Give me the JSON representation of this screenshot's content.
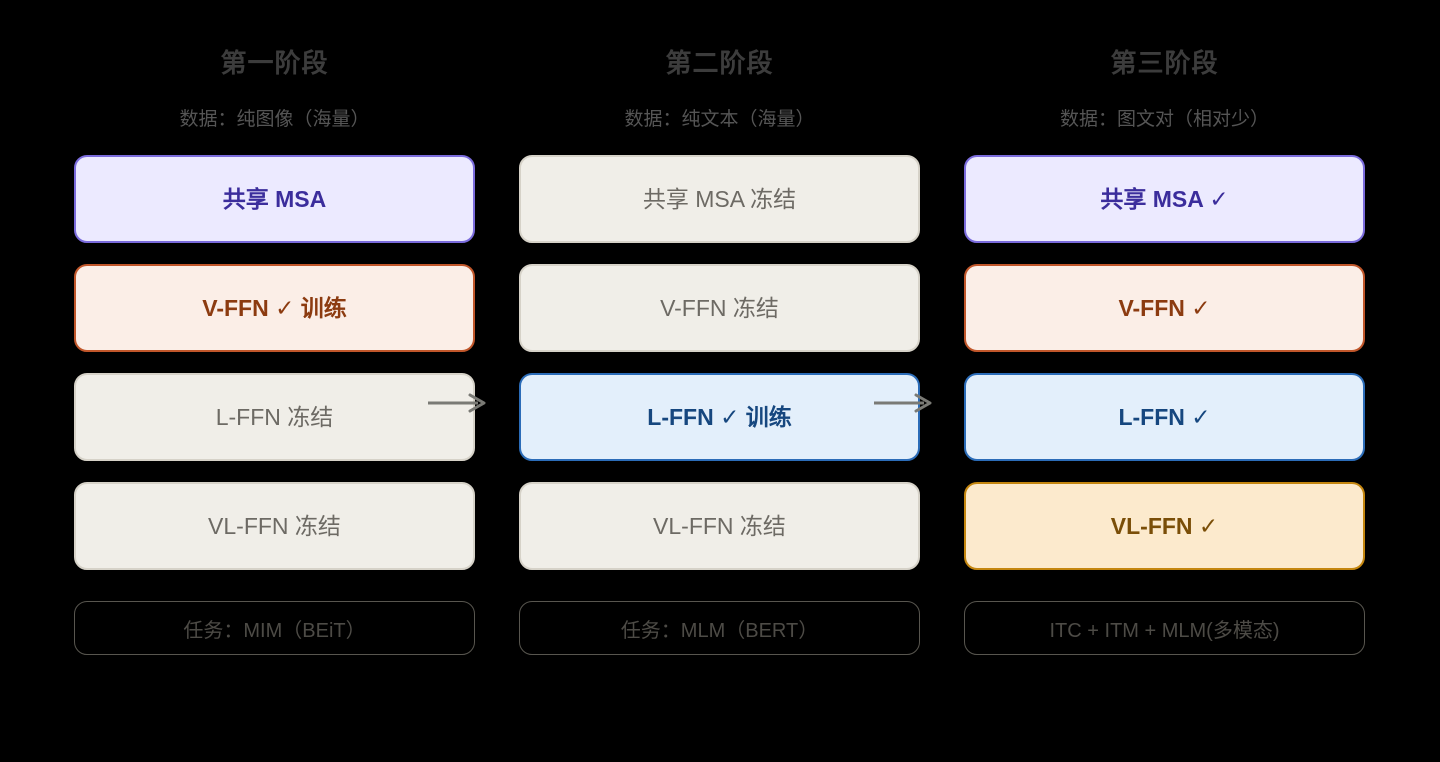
{
  "diagram": {
    "background": "#000000",
    "title_color": "#3c3c3c",
    "columns": [
      {
        "id": "stage-1",
        "title": "第一阶段",
        "data_label": "数据：纯图像（海量）",
        "blocks": [
          {
            "label": "共享 MSA",
            "state": "msa-active",
            "name": "block-shared-msa"
          },
          {
            "label": "V-FFN ✓ 训练",
            "state": "vffn-active",
            "name": "block-v-ffn"
          },
          {
            "label": "L-FFN 冻结",
            "state": "frozen",
            "name": "block-l-ffn"
          },
          {
            "label": "VL-FFN 冻结",
            "state": "frozen",
            "name": "block-vl-ffn"
          }
        ],
        "task": "任务：MIM（BEiT）"
      },
      {
        "id": "stage-2",
        "title": "第二阶段",
        "data_label": "数据：纯文本（海量）",
        "blocks": [
          {
            "label": "共享 MSA 冻结",
            "state": "frozen",
            "name": "block-shared-msa"
          },
          {
            "label": "V-FFN 冻结",
            "state": "frozen",
            "name": "block-v-ffn"
          },
          {
            "label": "L-FFN ✓ 训练",
            "state": "lffn-active",
            "name": "block-l-ffn"
          },
          {
            "label": "VL-FFN 冻结",
            "state": "frozen",
            "name": "block-vl-ffn"
          }
        ],
        "task": "任务：MLM（BERT）"
      },
      {
        "id": "stage-3",
        "title": "第三阶段",
        "data_label": "数据：图文对（相对少）",
        "blocks": [
          {
            "label": "共享 MSA ✓",
            "state": "msa-active",
            "name": "block-shared-msa"
          },
          {
            "label": "V-FFN ✓",
            "state": "vffn-active",
            "name": "block-v-ffn"
          },
          {
            "label": "L-FFN ✓",
            "state": "lffn-active",
            "name": "block-l-ffn"
          },
          {
            "label": "VL-FFN ✓",
            "state": "vlffn-active",
            "name": "block-vl-ffn"
          }
        ],
        "task": "ITC + ITM + MLM(多模态)"
      }
    ],
    "arrows": [
      {
        "name": "arrow-stage1-to-stage2",
        "color": "#7a7a75"
      },
      {
        "name": "arrow-stage2-to-stage3",
        "color": "#7a7a75"
      }
    ],
    "colors": {
      "msa_fill": "#eceaff",
      "msa_border": "#7a6bdc",
      "msa_text": "#3b2d9c",
      "vffn_fill": "#fbeee7",
      "vffn_border": "#c0562a",
      "vffn_text": "#8c3b10",
      "lffn_fill": "#e3effb",
      "lffn_border": "#2b6cb8",
      "lffn_text": "#16477f",
      "vlffn_fill": "#fceacd",
      "vlffn_border": "#c4860f",
      "vlffn_text": "#7a4e08",
      "frozen_fill": "#f0eee8",
      "frozen_border": "#d6d2c8",
      "frozen_text": "#6d6a64"
    }
  }
}
